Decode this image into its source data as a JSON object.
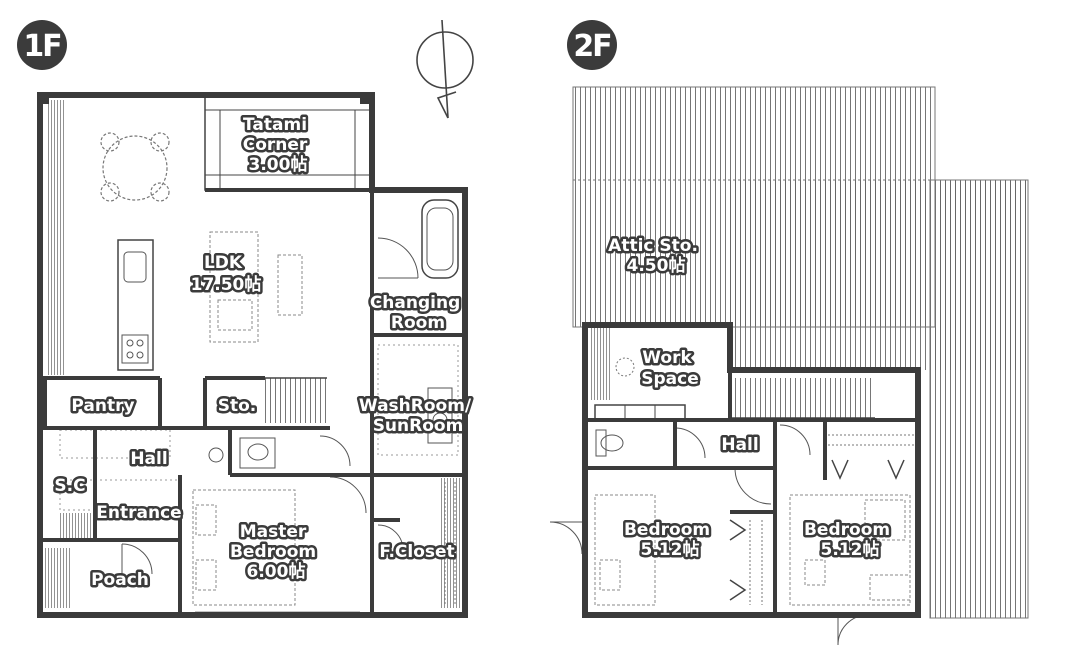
{
  "floors": {
    "first": {
      "badge": "1F"
    },
    "second": {
      "badge": "2F"
    }
  },
  "rooms_1f": {
    "tatami": [
      "Tatami",
      "Corner",
      "3.00帖"
    ],
    "ldk": [
      "LDK",
      "17.50帖"
    ],
    "changing": [
      "Changing",
      "Room"
    ],
    "washroom": [
      "WashRoom/",
      "SunRoom"
    ],
    "pantry": [
      "Pantry"
    ],
    "storage": [
      "Sto."
    ],
    "hall": [
      "Hall"
    ],
    "shoe_closet": [
      "S.C"
    ],
    "entrance": [
      "Entrance"
    ],
    "master_bedroom": [
      "Master",
      "Bedroom",
      "6.00帖"
    ],
    "family_closet": [
      "F.Closet"
    ],
    "porch": [
      "Poach"
    ]
  },
  "rooms_2f": {
    "attic": [
      "Attic Sto.",
      "4.50帖"
    ],
    "work_space": [
      "Work",
      "Space"
    ],
    "hall": [
      "Hall"
    ],
    "bedroom_west": [
      "Bedroom",
      "5.12帖"
    ],
    "bedroom_east": [
      "Bedroom",
      "5.12帖"
    ]
  },
  "colors": {
    "wall": "#3b3b3b",
    "badge": "#3b3b3b",
    "label_fill": "#ffffff",
    "thin_line": "#555555",
    "dashed": "#8a8a8a"
  },
  "icons": [
    "compass-icon"
  ]
}
